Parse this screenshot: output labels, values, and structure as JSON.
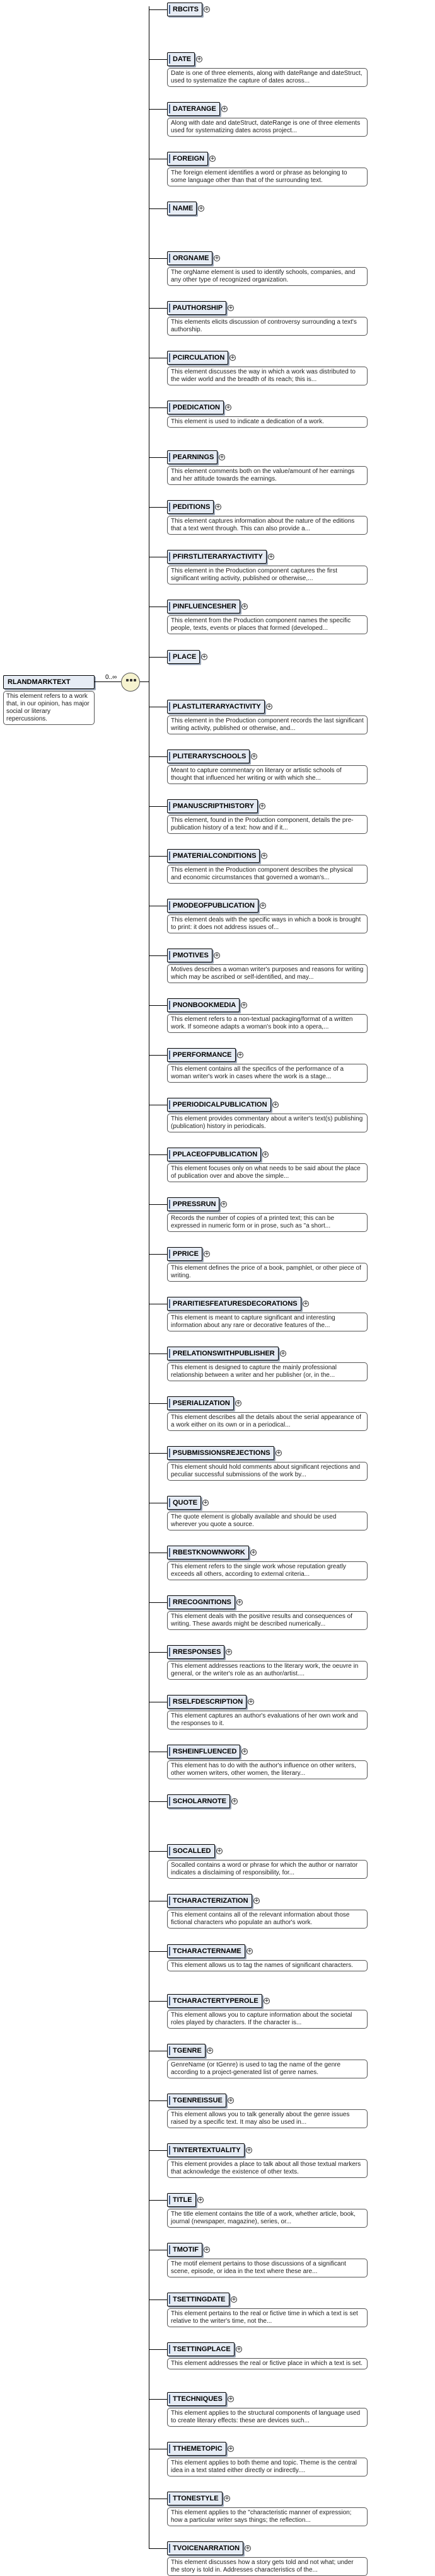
{
  "root": {
    "name": "RLANDMARKTEXT",
    "doc": "This element refers to a work that, in our opinion, has major social or literary repercussions.",
    "cardinality": "0..∞"
  },
  "children": [
    {
      "name": "RBCITS",
      "doc": ""
    },
    {
      "name": "DATE",
      "doc": "Date is one of three elements, along with dateRange and dateStruct, used to systematize the capture of dates across..."
    },
    {
      "name": "DATERANGE",
      "doc": "Along with date and dateStruct, dateRange is one of three elements used for systematizing dates across project..."
    },
    {
      "name": "FOREIGN",
      "doc": "The foreign element identifies a word or phrase as belonging to some language other than that of the surrounding text."
    },
    {
      "name": "NAME",
      "doc": ""
    },
    {
      "name": "ORGNAME",
      "doc": "The orgName element is used to identify schools, companies, and any other type of recognized organization."
    },
    {
      "name": "PAUTHORSHIP",
      "doc": "This elements elicits discussion of controversy surrounding a text's authorship."
    },
    {
      "name": "PCIRCULATION",
      "doc": "This element discusses the way in which a work was distributed to the wider world and the breadth of its reach; this is..."
    },
    {
      "name": "PDEDICATION",
      "doc": "This element is used to indicate a dedication of a work."
    },
    {
      "name": "PEARNINGS",
      "doc": "This element comments both on the value/amount of her earnings and her attitude towards the earnings."
    },
    {
      "name": "PEDITIONS",
      "doc": "This element captures information about the nature of the editions that a text went through. This can also provide a..."
    },
    {
      "name": "PFIRSTLITERARYACTIVITY",
      "doc": "This element in the Production component captures the first significant writing activity, published or otherwise,..."
    },
    {
      "name": "PINFLUENCESHER",
      "doc": "This element from the Production component names the specific people, texts, events or places that formed (developed..."
    },
    {
      "name": "PLACE",
      "doc": ""
    },
    {
      "name": "PLASTLITERARYACTIVITY",
      "doc": "This element in the Production component records the last significant writing activity, published or otherwise, and..."
    },
    {
      "name": "PLITERARYSCHOOLS",
      "doc": "Meant to capture commentary on literary or artistic schools of thought that influenced her writing or with which she..."
    },
    {
      "name": "PMANUSCRIPTHISTORY",
      "doc": "This element, found in the Production component, details the pre-publication history of a text: how and if it..."
    },
    {
      "name": "PMATERIALCONDITIONS",
      "doc": "This element in the Production component describes the physical and economic circumstances that governed a woman's..."
    },
    {
      "name": "PMODEOFPUBLICATION",
      "doc": "This element deals with the specific ways in which a book is brought to print: it does not address issues of..."
    },
    {
      "name": "PMOTIVES",
      "doc": "Motives describes a woman writer's purposes and reasons for writing which may be ascribed or self-identified, and may..."
    },
    {
      "name": "PNONBOOKMEDIA",
      "doc": "This element refers to a non-textual packaging/format of a written work. If someone adapts a woman's book into a opera,..."
    },
    {
      "name": "PPERFORMANCE",
      "doc": "This element contains all the specifics of the performance of a woman writer's work in cases where the work is a stage..."
    },
    {
      "name": "PPERIODICALPUBLICATION",
      "doc": "This element provides commentary about a writer's text(s) publishing (publication) history in periodicals."
    },
    {
      "name": "PPLACEOFPUBLICATION",
      "doc": "This element focuses only on what needs to be said about the place of publication over and above the simple..."
    },
    {
      "name": "PPRESSRUN",
      "doc": "Records the number of copies of a printed text; this can be expressed in numeric form or in prose, such as \"a short..."
    },
    {
      "name": "PPRICE",
      "doc": "This element defines the price of a book, pamphlet, or other piece of writing."
    },
    {
      "name": "PRARITIESFEATURESDECORATIONS",
      "doc": "This element is meant to capture significant and interesting information about any rare or decorative features of the..."
    },
    {
      "name": "PRELATIONSWITHPUBLISHER",
      "doc": "This element is designed to capture the mainly professional relationship between a writer and her publisher (or, in the..."
    },
    {
      "name": "PSERIALIZATION",
      "doc": "This element describes all the details about the serial appearance of a work either on its own or in a periodical..."
    },
    {
      "name": "PSUBMISSIONSREJECTIONS",
      "doc": "This element should hold comments about significant rejections and peculiar successful submissions of the work by..."
    },
    {
      "name": "QUOTE",
      "doc": "The quote element is globally available and should be used wherever you quote a source."
    },
    {
      "name": "RBESTKNOWNWORK",
      "doc": "This element refers to the single work whose reputation greatly exceeds all others, according to external criteria..."
    },
    {
      "name": "RRECOGNITIONS",
      "doc": "This element deals with the positive results and consequences of writing. These awards might be described numerically..."
    },
    {
      "name": "RRESPONSES",
      "doc": "This element addresses reactions to the literary work, the oeuvre in general, or the writer's role as an author/artist...."
    },
    {
      "name": "RSELFDESCRIPTION",
      "doc": "This element captures an author's evaluations of her own work and the responses to it."
    },
    {
      "name": "RSHEINFLUENCED",
      "doc": "This element has to do with the author's influence on other writers, other women writers, other women, the literary..."
    },
    {
      "name": "SCHOLARNOTE",
      "doc": ""
    },
    {
      "name": "SOCALLED",
      "doc": "Socalled contains a word or phrase for which the author or narrator indicates a disclaiming of responsibility, for..."
    },
    {
      "name": "TCHARACTERIZATION",
      "doc": "This element contains all of the relevant information about those fictional characters who populate an author's work."
    },
    {
      "name": "TCHARACTERNAME",
      "doc": "This element allows us to tag the names of significant characters."
    },
    {
      "name": "TCHARACTERTYPEROLE",
      "doc": "This element allows you to capture information about the societal roles played by characters. If the character is..."
    },
    {
      "name": "TGENRE",
      "doc": "GenreName (or tGenre) is used to tag the name of the genre according to a project-generated list of genre names."
    },
    {
      "name": "TGENREISSUE",
      "doc": "This element allows you to talk generally about the genre issues raised by a specific text. It may also be used in..."
    },
    {
      "name": "TINTERTEXTUALITY",
      "doc": "This element provides a place to talk about all those textual markers that acknowledge the existence of other texts."
    },
    {
      "name": "TITLE",
      "doc": "The title element contains the title of a work, whether article, book, journal (newspaper, magazine), series, or..."
    },
    {
      "name": "TMOTIF",
      "doc": "The motif element pertains to those discussions of a significant scene, episode, or idea in the text where these are..."
    },
    {
      "name": "TSETTINGDATE",
      "doc": "This element pertains to the real or fictive time in which a text is set relative to the writer's time, not the..."
    },
    {
      "name": "TSETTINGPLACE",
      "doc": "This element addresses the real or fictive place in which a text is set."
    },
    {
      "name": "TTECHNIQUES",
      "doc": "This element applies to the structural components of language used to create literary effects: these are devices such..."
    },
    {
      "name": "TTHEMETOPIC",
      "doc": "This element applies to both theme and topic. Theme is the central idea in a text stated either directly or indirectly...."
    },
    {
      "name": "TTONESTYLE",
      "doc": "This element applies to the \"characteristic manner of expression; how a particular writer says things; the reflection..."
    },
    {
      "name": "TVOICENARRATION",
      "doc": "This element discusses how a story gets told and not what; under the story is told in. Addresses characteristics of the..."
    }
  ]
}
